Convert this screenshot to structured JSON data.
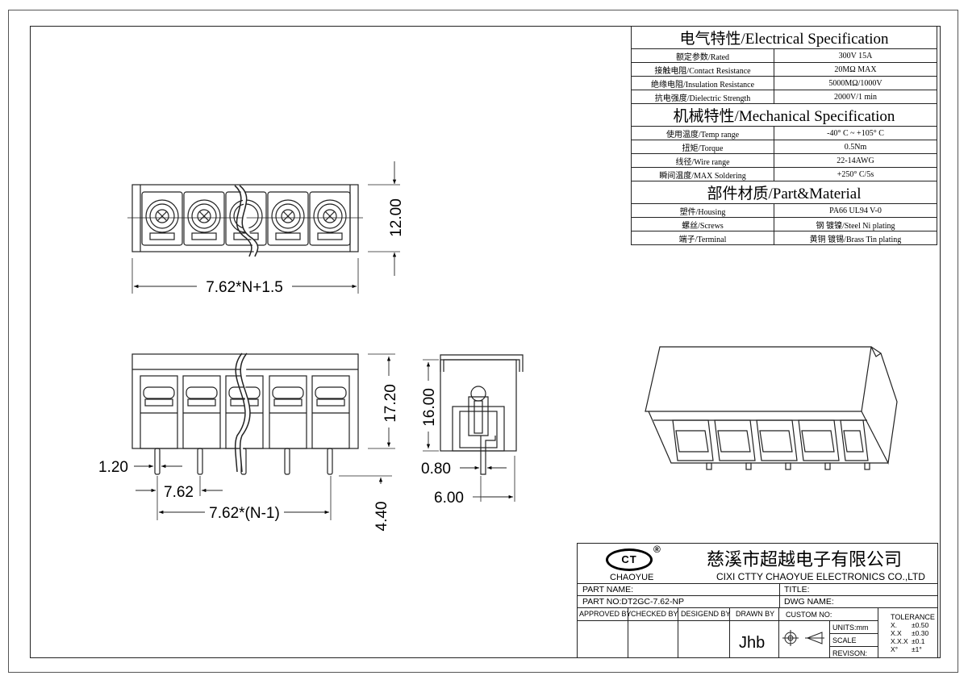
{
  "electrical": {
    "title": "电气特性/Electrical Specification",
    "rows": [
      {
        "label": "额定参数/Rated",
        "value": "300V 15A"
      },
      {
        "label": "接触电阻/Contact Resistance",
        "value": "20MΩ MAX"
      },
      {
        "label": "绝缘电阻/Insulation Resistance",
        "value": "5000MΩ/1000V"
      },
      {
        "label": "抗电强度/Dielectric Strength",
        "value": "2000V/1 min"
      }
    ]
  },
  "mechanical": {
    "title": "机械特性/Mechanical Specification",
    "rows": [
      {
        "label": "使用温度/Temp range",
        "value": "-40° C ~ +105° C"
      },
      {
        "label": "扭矩/Torque",
        "value": "0.5Nm"
      },
      {
        "label": "线径/Wire range",
        "value": "22-14AWG"
      },
      {
        "label": "瞬间温度/MAX Soldering",
        "value": "+250° C/5s"
      }
    ]
  },
  "material": {
    "title": "部件材质/Part&Material",
    "rows": [
      {
        "label": "塑件/Housing",
        "value": "PA66 UL94 V-0"
      },
      {
        "label": "螺丝/Screws",
        "value": "钢 镀镍/Steel Ni plating"
      },
      {
        "label": "端子/Terminal",
        "value": "黄铜 镀锡/Brass Tin  plating"
      }
    ]
  },
  "dimensions": {
    "top_height": "12.00",
    "top_width": "7.62*N+1.5",
    "front_height": "17.20",
    "pin_width": "1.20",
    "pitch": "7.62",
    "pin_span": "7.62*(N-1)",
    "pin_length": "4.40",
    "side_height": "16.00",
    "side_pin": "0.80",
    "side_width": "6.00"
  },
  "title_block": {
    "logo_mark": "CT",
    "logo_registered": "®",
    "brand": "CHAOYUE",
    "company_cn": "慈溪市超越电子有限公司",
    "company_en": "CIXI CTTY CHAOYUE ELECTRONICS CO.,LTD",
    "part_name_label": "PART NAME:",
    "title_label": "TITLE:",
    "part_no_label": "PART NO:DT2GC-7.62-NP",
    "dwg_name_label": "DWG NAME:",
    "approved_by": "APPROVED BY",
    "checked_by": "CHECKED BY",
    "designed_by": "DESIGEND BY",
    "drawn_by": "DRAWN BY",
    "drawn_by_value": "Jhb",
    "custom_no": "CUSTOM NO:",
    "units": "UNITS:mm",
    "scale": "SCALE",
    "revision": "REVISON:",
    "tolerance_title": "TOLERANCE",
    "tolerances": [
      {
        "key": "X.",
        "value": "±0.50"
      },
      {
        "key": "X.X",
        "value": "±0.30"
      },
      {
        "key": "X.X.X",
        "value": "±0.1"
      },
      {
        "key": "X°",
        "value": "±1°"
      }
    ]
  }
}
